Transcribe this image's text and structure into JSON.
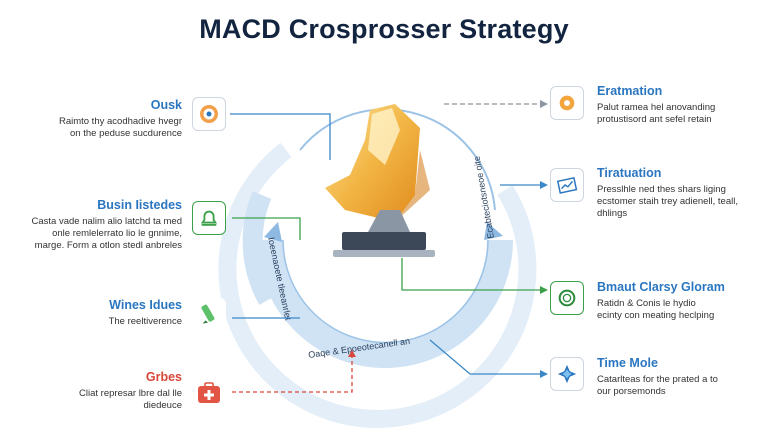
{
  "title": "MACD Crosprosser Strategy",
  "left_items": [
    {
      "head": "Ousk",
      "desc": [
        "Raimto thy acodhadive hvegr",
        "on the peduse sucdurence"
      ],
      "color": "#2b76c0",
      "icon": "target-icon"
    },
    {
      "head": "Busin Iistedes",
      "desc": [
        "Casta vade nalim alio latchd ta med",
        "onle remlelerrato lio le gnnime,",
        "marge. Form a otlon stedl anbreles"
      ],
      "color": "#2b76c0",
      "icon": "bell-icon"
    },
    {
      "head": "Wines Idues",
      "desc": [
        "The reeltiverence"
      ],
      "color": "#2b76c0",
      "icon": "marker-icon"
    },
    {
      "head": "Grbes",
      "desc": [
        "Cliat represar lbre dal lle",
        "diedeuce"
      ],
      "color": "#d9473a",
      "icon": "first-aid-icon"
    }
  ],
  "right_items": [
    {
      "head": "Eratmation",
      "desc": [
        "Palut ramea hel anovanding",
        "protustisord ant sefel retain"
      ],
      "color": "#2b76c0",
      "icon": "gear-bulb-icon"
    },
    {
      "head": "Tiratuation",
      "desc": [
        "Presslhle ned thes shars liging",
        "ecstomer staih trey adienell, teall,",
        "dhlings"
      ],
      "color": "#2b76c0",
      "icon": "chart-icon"
    },
    {
      "head": "Bmaut Clarsy Gloram",
      "desc": [
        "Ratidn & Conis le hydio",
        "ecinty con meating heclping"
      ],
      "color": "#2b76c0",
      "icon": "ring-icon"
    },
    {
      "head": "Time Mole",
      "desc": [
        "Catarlteas for the prated a to",
        "our porsemonds"
      ],
      "color": "#2b76c0",
      "icon": "cross-star-icon"
    }
  ],
  "ring_text_left": "Ioeenaoete tleeanrlet",
  "ring_text_bottom": "Oaqe & Epoeotecanell an",
  "ring_text_right": "Ecabteciotsneoe oite",
  "colors": {
    "accent": "#2b76c0",
    "red": "#d9473a",
    "green": "#3aa14a",
    "gold": "#f2b544",
    "title": "#12243f"
  }
}
